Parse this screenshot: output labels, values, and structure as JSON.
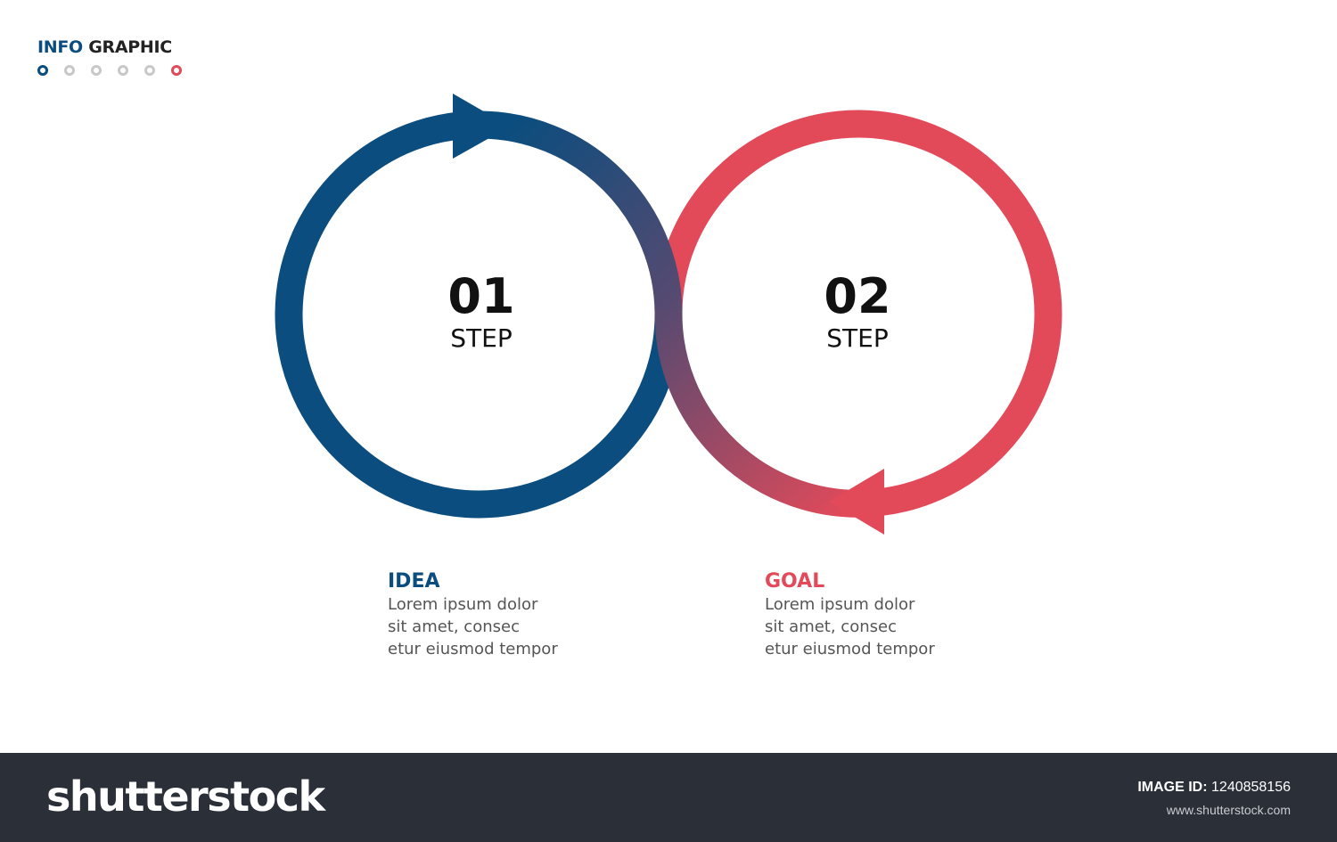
{
  "header": {
    "title_part1": "INFO",
    "title_part2": "GRAPHIC",
    "dots": [
      "#0a4d7e",
      "#c8c8c8",
      "#c8c8c8",
      "#c8c8c8",
      "#c8c8c8",
      "#e14a5a"
    ]
  },
  "colors": {
    "blue": "#0a4d7e",
    "red": "#e24a5a",
    "footer": "#2a2f38"
  },
  "steps": [
    {
      "number": "01",
      "word": "STEP",
      "label": "IDEA",
      "color": "#0a4d7e",
      "lines": [
        "Lorem ipsum dolor",
        "sit amet, consec",
        "etur eiusmod tempor"
      ]
    },
    {
      "number": "02",
      "word": "STEP",
      "label": "GOAL",
      "color": "#e24a5a",
      "lines": [
        "Lorem ipsum dolor",
        "sit amet, consec",
        "etur eiusmod tempor"
      ]
    }
  ],
  "footer": {
    "brand": "shutterstock",
    "id_label": "IMAGE ID:",
    "id_value": "1240858156",
    "url": "www.shutterstock.com"
  }
}
